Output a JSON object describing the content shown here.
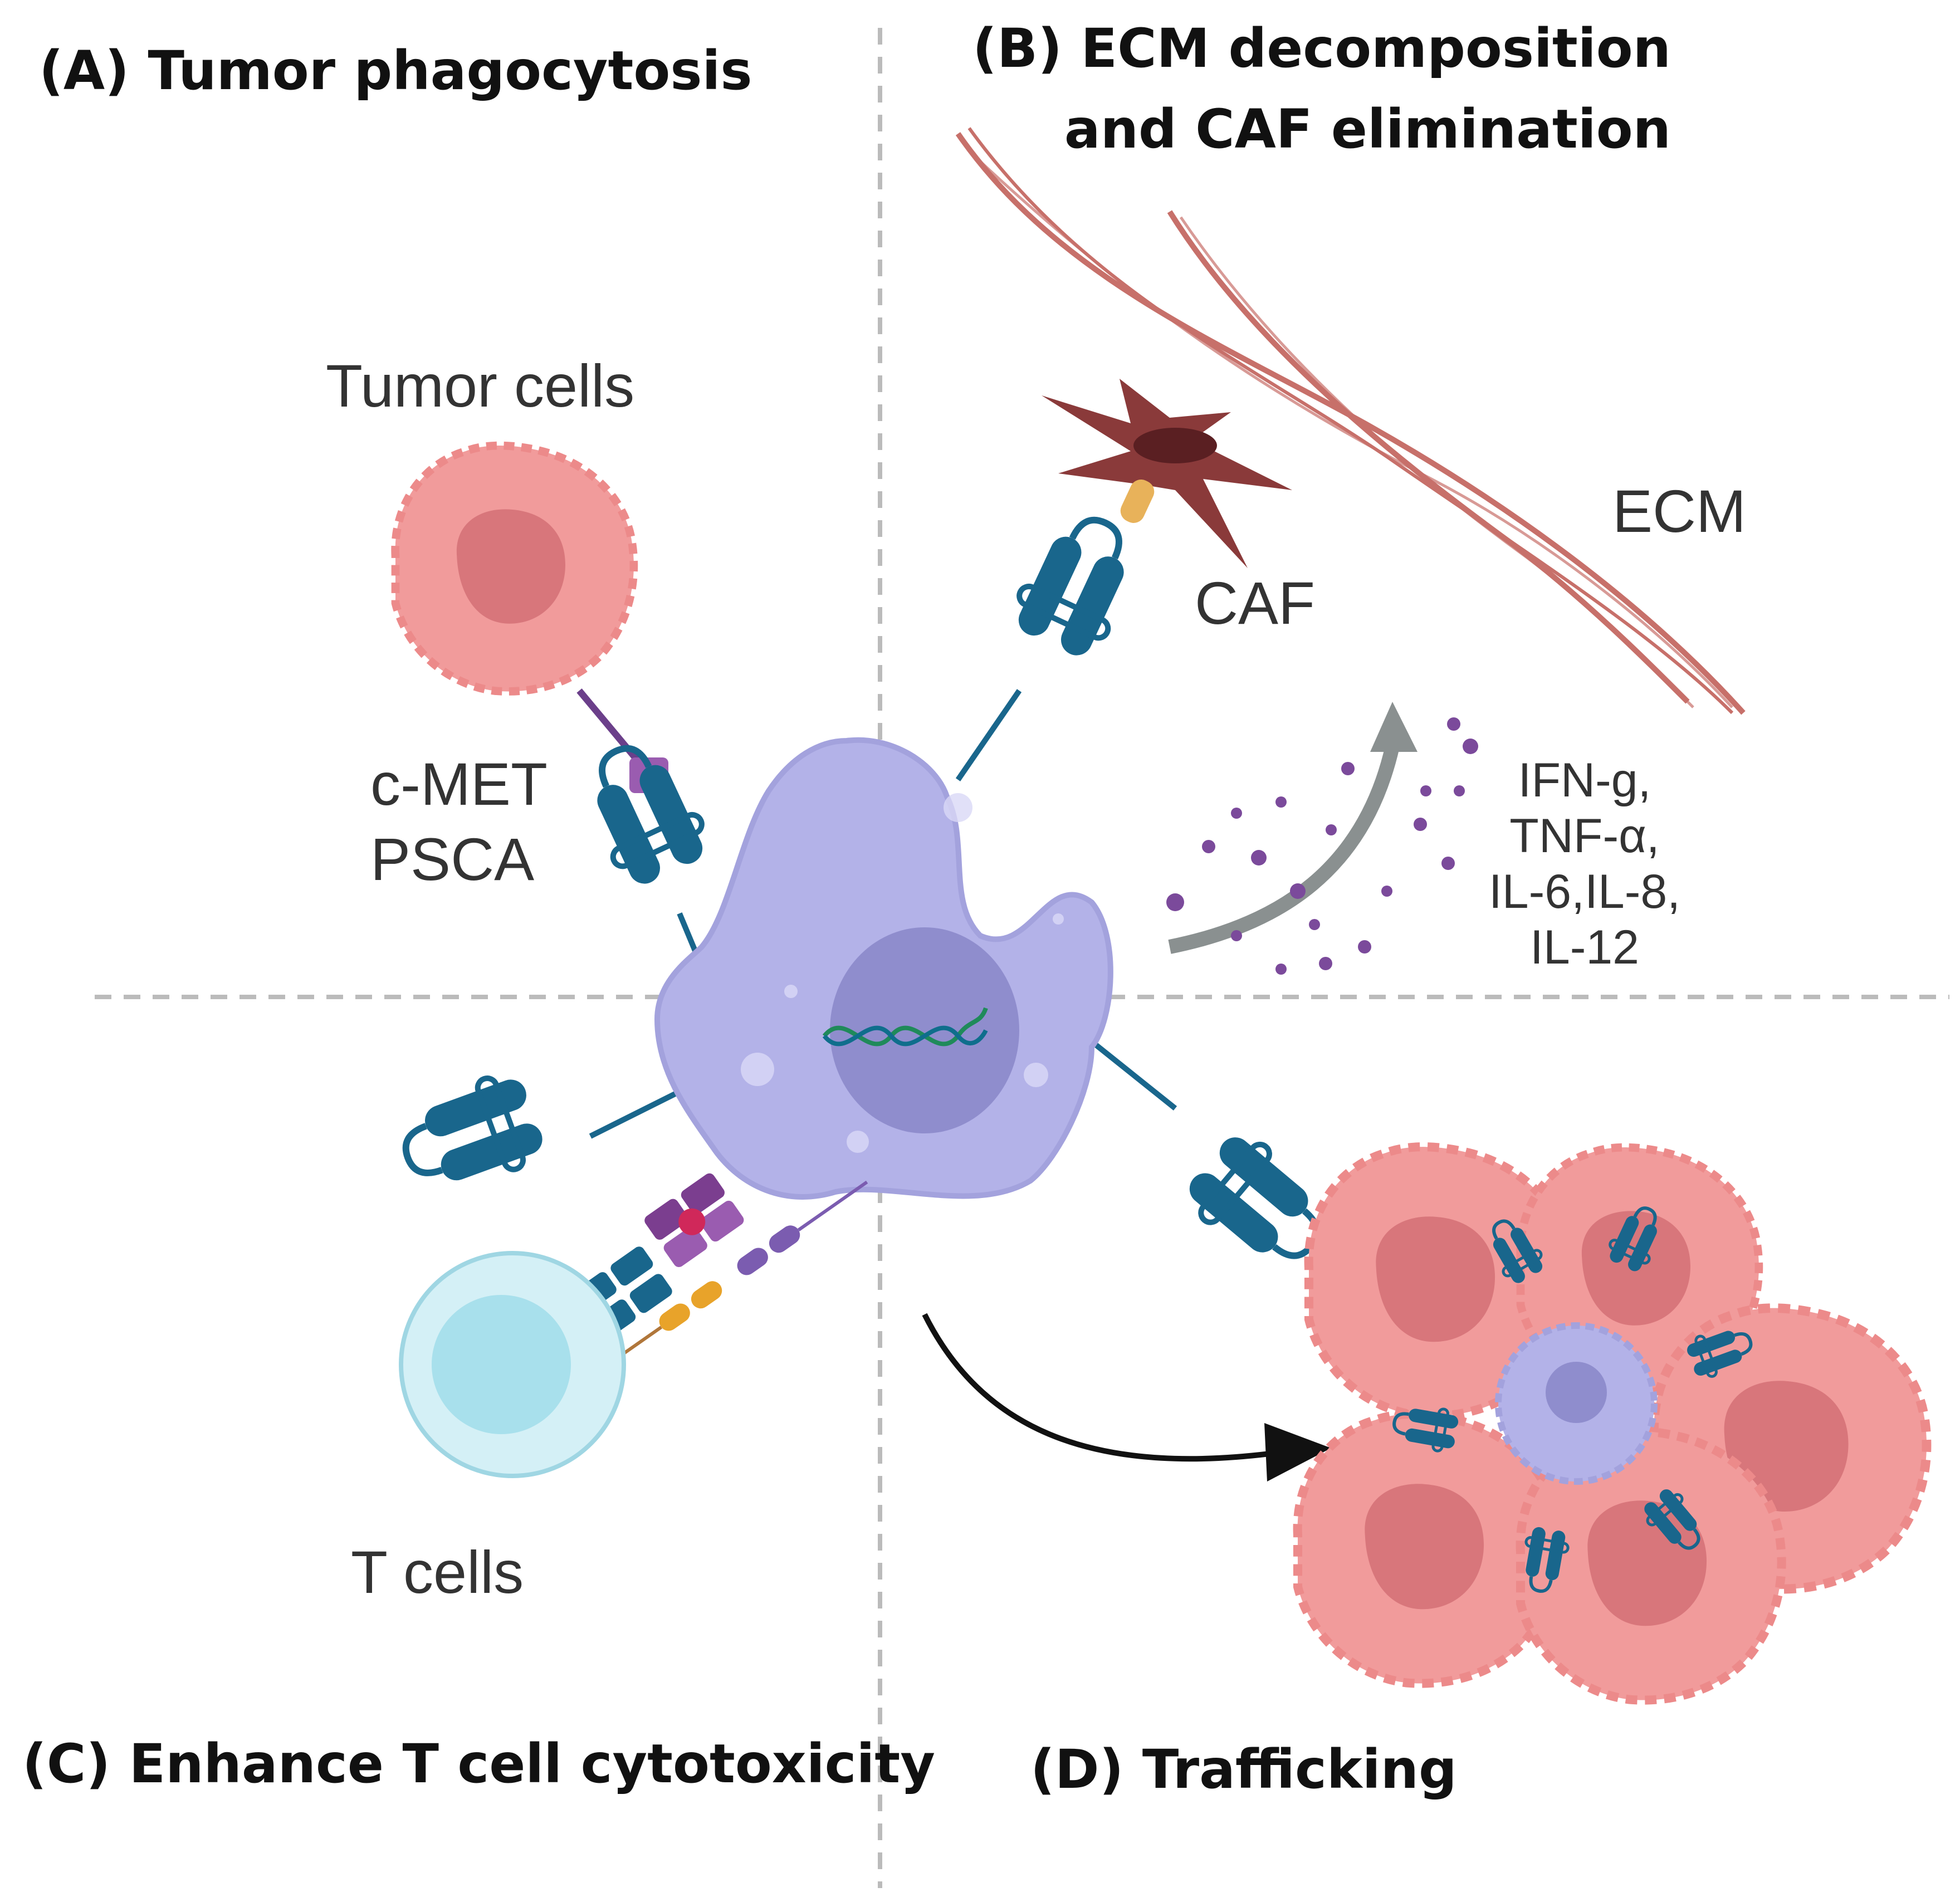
{
  "panels": {
    "a": {
      "title": "(A) Tumor phagocytosis"
    },
    "b": {
      "title_line1": "(B) ECM decomposition",
      "title_line2": "and CAF elimination"
    },
    "c": {
      "title": "(C) Enhance T cell cytotoxicity"
    },
    "d": {
      "title": "(D) Trafficking"
    }
  },
  "labels": {
    "tumor_cells": "Tumor cells",
    "antigen_1": "c-MET",
    "antigen_2": "PSCA",
    "caf": "CAF",
    "ecm": "ECM",
    "cytokines": [
      "IFN-g,",
      "TNF-α,",
      "IL-6,IL-8,",
      "IL-12"
    ],
    "t_cells": "T cells"
  },
  "colors": {
    "car_receptor": "#19668c",
    "macrophage": "#b3b2e8",
    "tumor_cell": "#f19b9b",
    "tumor_nucleus": "#d8767b",
    "caf": "#8a3a3a",
    "ecm_fiber": "#c2615a",
    "t_cell": "#b4e4ef",
    "cytokine_dot": "#7b4a9b",
    "dna": "#1f8a5a",
    "divider": "#bbbbbb"
  }
}
